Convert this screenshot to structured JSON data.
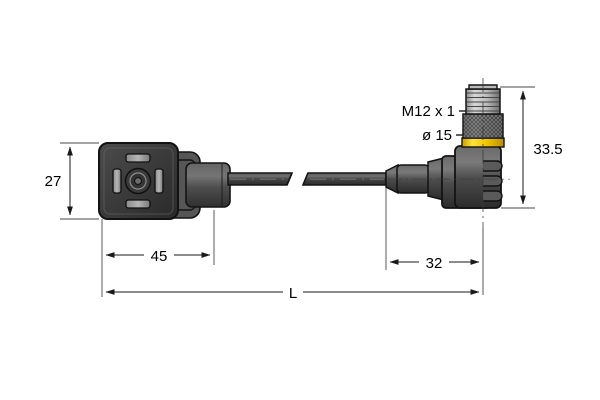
{
  "drawing": {
    "type": "technical-dimension-drawing",
    "subject": "Cordset: Form A valve connector to M12 male right-angle connector",
    "background_color": "#ffffff",
    "line_color": "#1a1a1a",
    "body_color": "#4a4a4a",
    "body_dark_color": "#2e2e2e",
    "accent_color": "#f2c200"
  },
  "labels": {
    "thread": "M12 x 1",
    "diameter": "ø 15",
    "height_right": "33.5",
    "height_left": "27",
    "length_left": "45",
    "length_right": "32",
    "overall_length": "L"
  },
  "chart_data": {
    "type": "table",
    "title": "Cordset dimensions (mm)",
    "categories": [
      "27",
      "45",
      "33.5",
      "32",
      "L"
    ],
    "values": [
      27,
      45,
      33.5,
      32,
      null
    ],
    "annotations": [
      "M12 x 1",
      "ø 15"
    ]
  },
  "components": {
    "left_connector": {
      "name": "Form A valve connector",
      "face_icon": "valve-connector-face",
      "height_label": "27",
      "length_label": "45"
    },
    "right_connector": {
      "name": "M12 male right-angle connector",
      "thread_label": "M12 x 1",
      "diameter_label": "ø 15",
      "height_label": "33.5",
      "length_label": "32"
    },
    "cable": {
      "name": "cable with break symbol",
      "overall_label": "L"
    }
  }
}
